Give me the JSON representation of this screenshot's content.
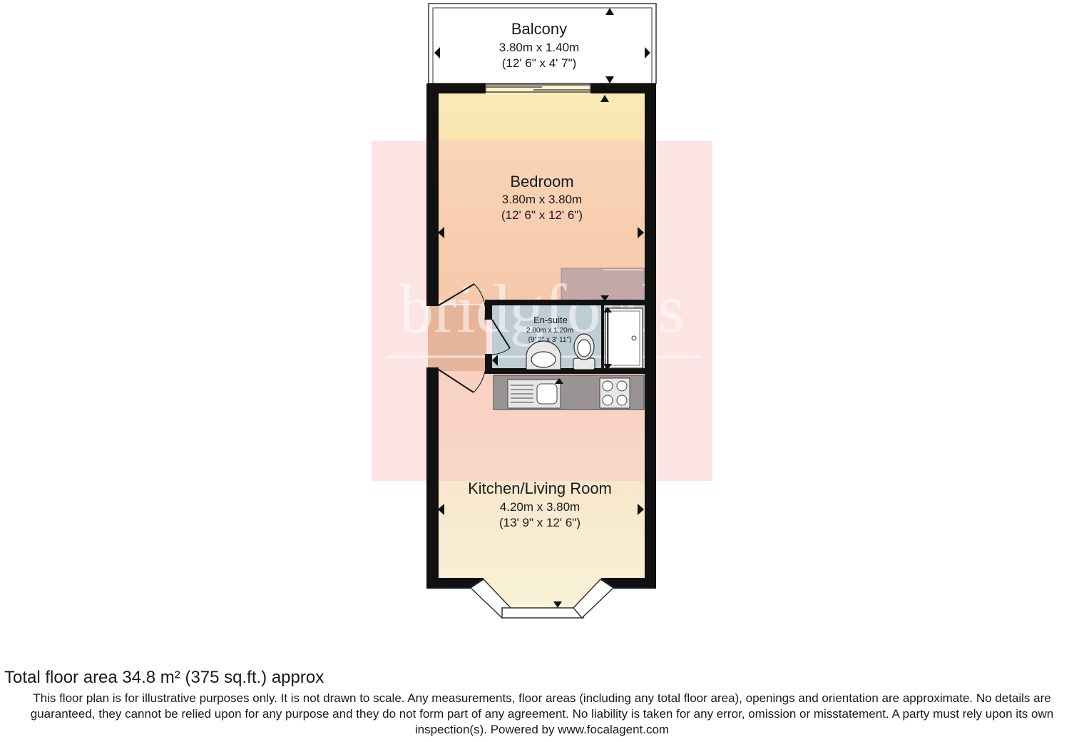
{
  "brand": {
    "watermark_text": "bridgfords",
    "watermark_color": "#f9c4c4"
  },
  "rooms": {
    "balcony": {
      "name": "Balcony",
      "metric": "3.80m x 1.40m",
      "imperial": "(12' 6\" x 4' 7\")"
    },
    "bedroom": {
      "name": "Bedroom",
      "metric": "3.80m x 3.80m",
      "imperial": "(12' 6\" x 12' 6\")",
      "color": "#f6d39f"
    },
    "ensuite": {
      "name": "En-suite",
      "metric": "2.80m x 1.20m",
      "imperial": "(9' 2\" x 3' 11\")",
      "color": "#8ed3e2"
    },
    "kitchen": {
      "name": "Kitchen/Living Room",
      "metric": "4.20m x 3.80m",
      "imperial": "(13' 9\" x 12' 6\")",
      "color": "#f7ecd0"
    }
  },
  "footer": {
    "total_area": "Total floor area 34.8 m² (375 sq.ft.) approx",
    "disclaimer": "This floor plan is for illustrative purposes only. It is not drawn to scale. Any measurements, floor areas (including any total floor area), openings and orientation are approximate. No details are guaranteed, they cannot be relied upon for any purpose and they do not form part of any agreement. No liability is taken for any error, omission or misstatement. A party must rely upon its own inspection(s). Powered by www.focalagent.com"
  }
}
